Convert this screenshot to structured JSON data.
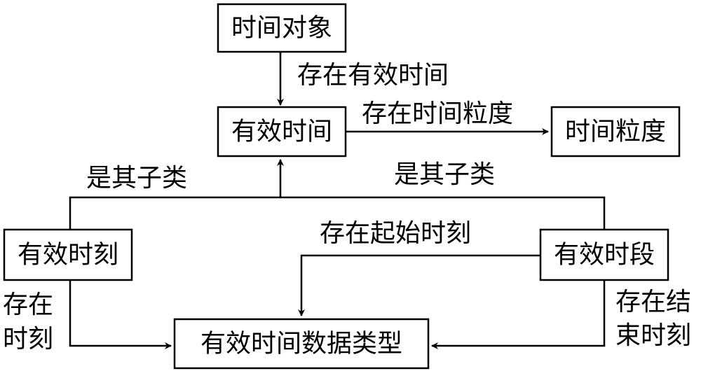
{
  "nodes": {
    "time_object": "时间对象",
    "valid_time": "有效时间",
    "time_granularity": "时间粒度",
    "valid_instant": "有效时刻",
    "valid_period": "有效时段",
    "valid_time_datatype": "有效时间数据类型"
  },
  "edges": {
    "has_valid_time": "存在有效时间",
    "has_time_granularity": "存在时间粒度",
    "subclass_left": "是其子类",
    "subclass_right": "是其子类",
    "has_start_instant": "存在起始时刻",
    "has_instant_line1": "存在",
    "has_instant_line2": "时刻",
    "has_end_instant_line1": "存在结",
    "has_end_instant_line2": "束时刻"
  }
}
